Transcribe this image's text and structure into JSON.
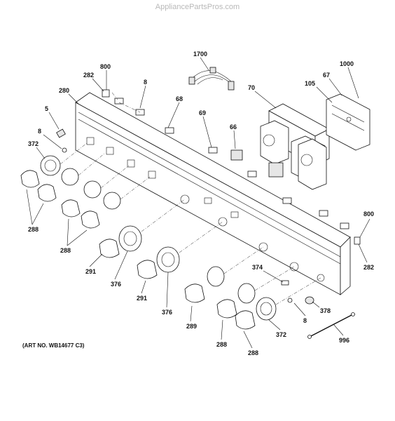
{
  "watermark": "AppliancePartsPros.com",
  "art_number": "(ART NO. WB14677 C3)",
  "callouts": {
    "c1700": "1700",
    "c1000": "1000",
    "c800_top": "800",
    "c282_top": "282",
    "c8_top": "8",
    "c67": "67",
    "c105": "105",
    "c70": "70",
    "c280": "280",
    "c68": "68",
    "c5": "5",
    "c69": "69",
    "c66": "66",
    "c8_left": "8",
    "c372_left": "372",
    "c288_left": "288",
    "c288_mid": "288",
    "c291_left": "291",
    "c376_left": "376",
    "c291_mid": "291",
    "c376_mid": "376",
    "c289": "289",
    "c288_b1": "288",
    "c288_b2": "288",
    "c374": "374",
    "c372_right": "372",
    "c8_right": "8",
    "c378": "378",
    "c996": "996",
    "c800_right": "800",
    "c282_right": "282"
  },
  "icons": [
    "control-panel-manifold",
    "burner-knob",
    "knob-bezel",
    "igniter-switch",
    "wire-harness",
    "spark-module",
    "screw"
  ]
}
